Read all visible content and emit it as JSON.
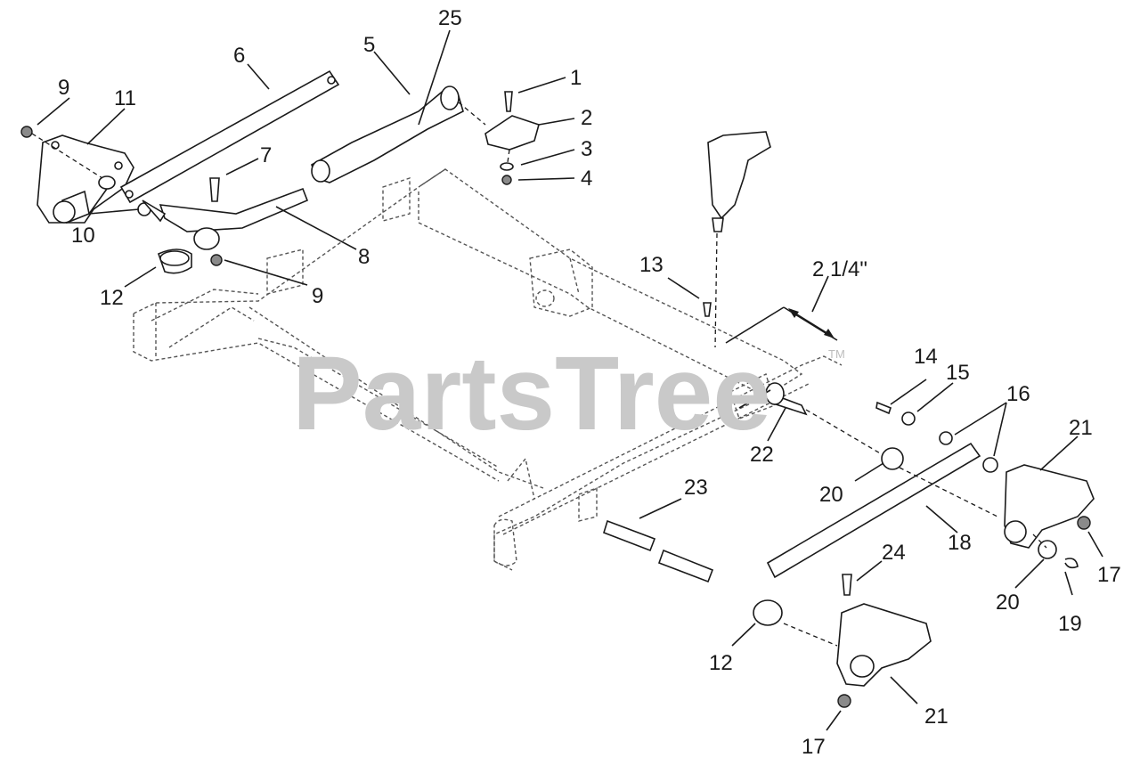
{
  "watermark": {
    "text": "PartsTree",
    "trademark": "TM"
  },
  "dimension": {
    "text": "2 1/4\""
  },
  "callouts": [
    {
      "id": "1",
      "text": "1"
    },
    {
      "id": "2",
      "text": "2"
    },
    {
      "id": "3",
      "text": "3"
    },
    {
      "id": "4",
      "text": "4"
    },
    {
      "id": "5",
      "text": "5"
    },
    {
      "id": "6",
      "text": "6"
    },
    {
      "id": "7",
      "text": "7"
    },
    {
      "id": "8",
      "text": "8"
    },
    {
      "id": "9a",
      "text": "9"
    },
    {
      "id": "9b",
      "text": "9"
    },
    {
      "id": "10",
      "text": "10"
    },
    {
      "id": "11",
      "text": "11"
    },
    {
      "id": "12a",
      "text": "12"
    },
    {
      "id": "12b",
      "text": "12"
    },
    {
      "id": "13",
      "text": "13"
    },
    {
      "id": "14",
      "text": "14"
    },
    {
      "id": "15",
      "text": "15"
    },
    {
      "id": "16",
      "text": "16"
    },
    {
      "id": "17a",
      "text": "17"
    },
    {
      "id": "17b",
      "text": "17"
    },
    {
      "id": "18",
      "text": "18"
    },
    {
      "id": "19",
      "text": "19"
    },
    {
      "id": "20a",
      "text": "20"
    },
    {
      "id": "20b",
      "text": "20"
    },
    {
      "id": "21a",
      "text": "21"
    },
    {
      "id": "21b",
      "text": "21"
    },
    {
      "id": "22",
      "text": "22"
    },
    {
      "id": "23",
      "text": "23"
    },
    {
      "id": "24",
      "text": "24"
    },
    {
      "id": "25",
      "text": "25"
    }
  ]
}
